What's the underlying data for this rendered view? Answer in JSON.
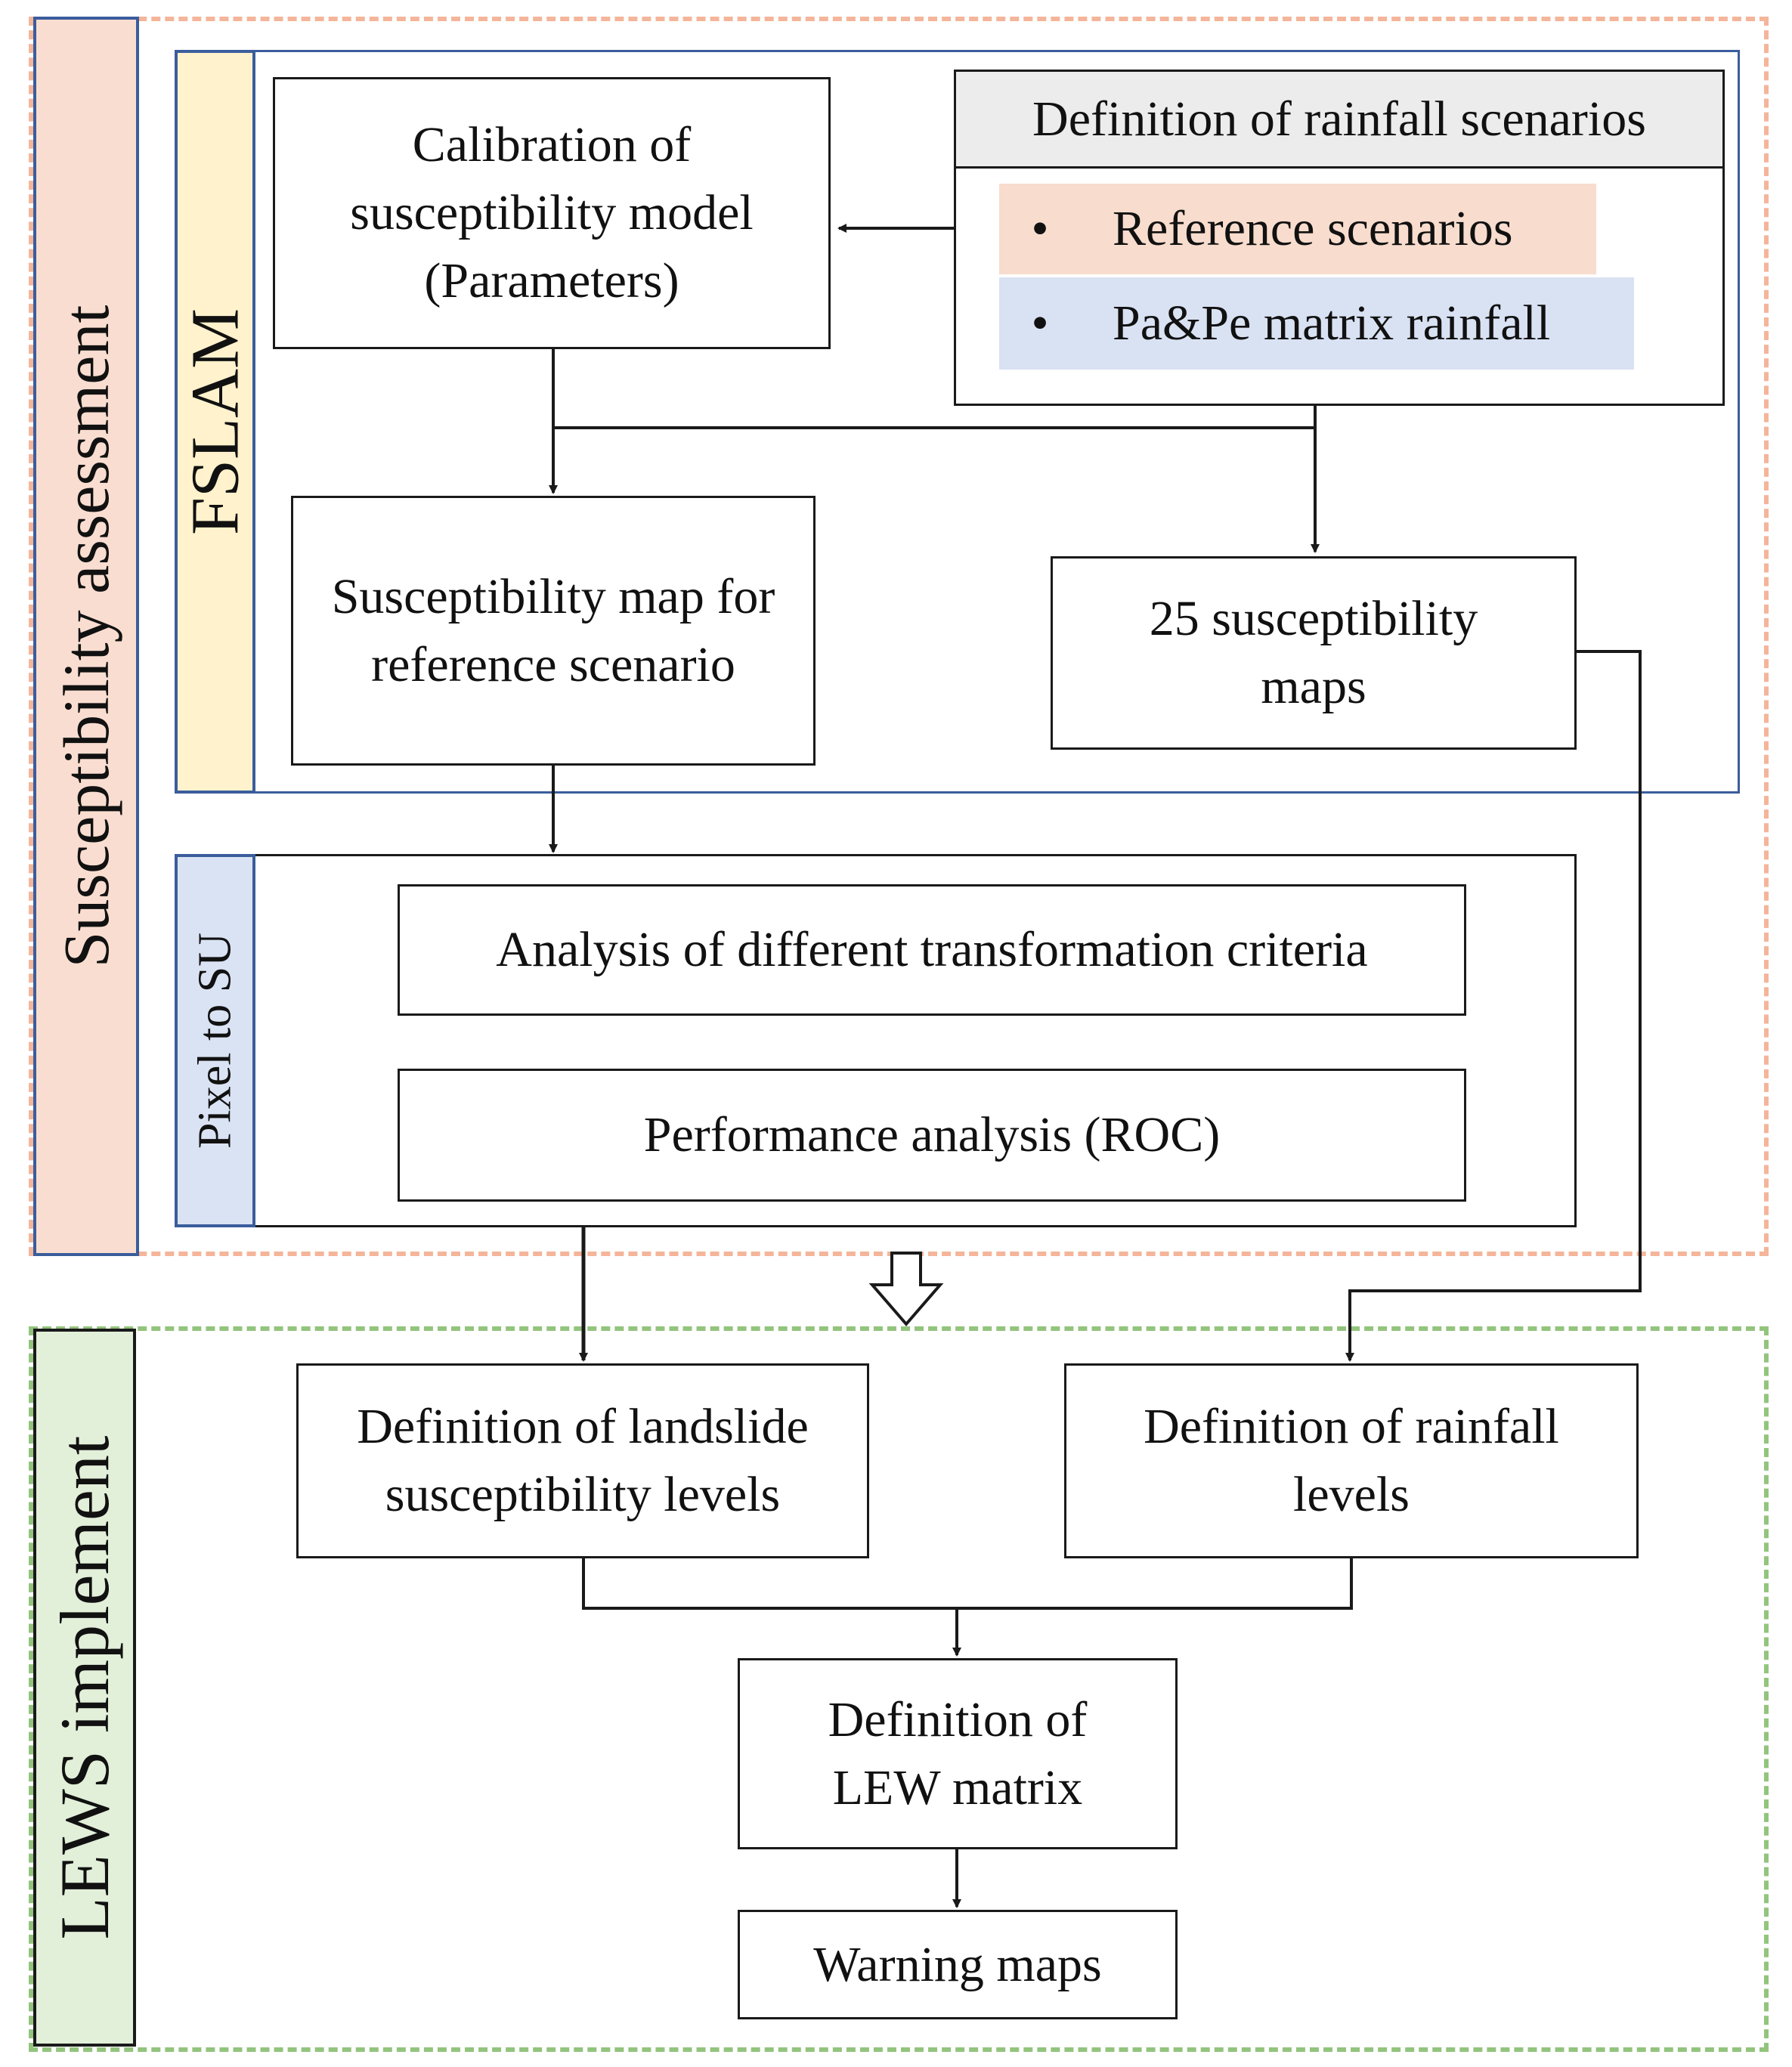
{
  "sections": {
    "susceptibility": {
      "label": "Susceptibility assessment"
    },
    "lews": {
      "label": "LEWS implement"
    },
    "fslam": {
      "label": "FSLAM"
    },
    "pixel_to_su": {
      "label": "Pixel to SU"
    }
  },
  "nodes": {
    "calibration": "Calibration of susceptibility model (Parameters)",
    "rainfall_scenarios": {
      "title": "Definition of rainfall scenarios",
      "items": [
        "Reference scenarios",
        "Pa&Pe matrix rainfall"
      ]
    },
    "susceptibility_map_reference": "Susceptibility map for reference scenario",
    "susceptibility_maps_25": "25 susceptibility maps",
    "transformation_criteria": "Analysis of different transformation criteria",
    "performance_analysis": "Performance analysis (ROC)",
    "landslide_levels": "Definition of landslide susceptibility levels",
    "rainfall_levels": "Definition of rainfall levels",
    "lew_matrix": "Definition of LEW matrix",
    "warning_maps": "Warning maps"
  },
  "colors": {
    "susceptibility_label_bg": "#f9ddd0",
    "lews_label_bg": "#e2efd9",
    "fslam_label_bg": "#fff2cc",
    "pixel_label_bg": "#dae3f3",
    "reference_item_bg": "#f8dccd",
    "matrix_item_bg": "#d9e2f3",
    "outer_orange_dash": "#f4b59a",
    "outer_green_dash": "#93c47d",
    "section_border": "#3a5d9c"
  }
}
